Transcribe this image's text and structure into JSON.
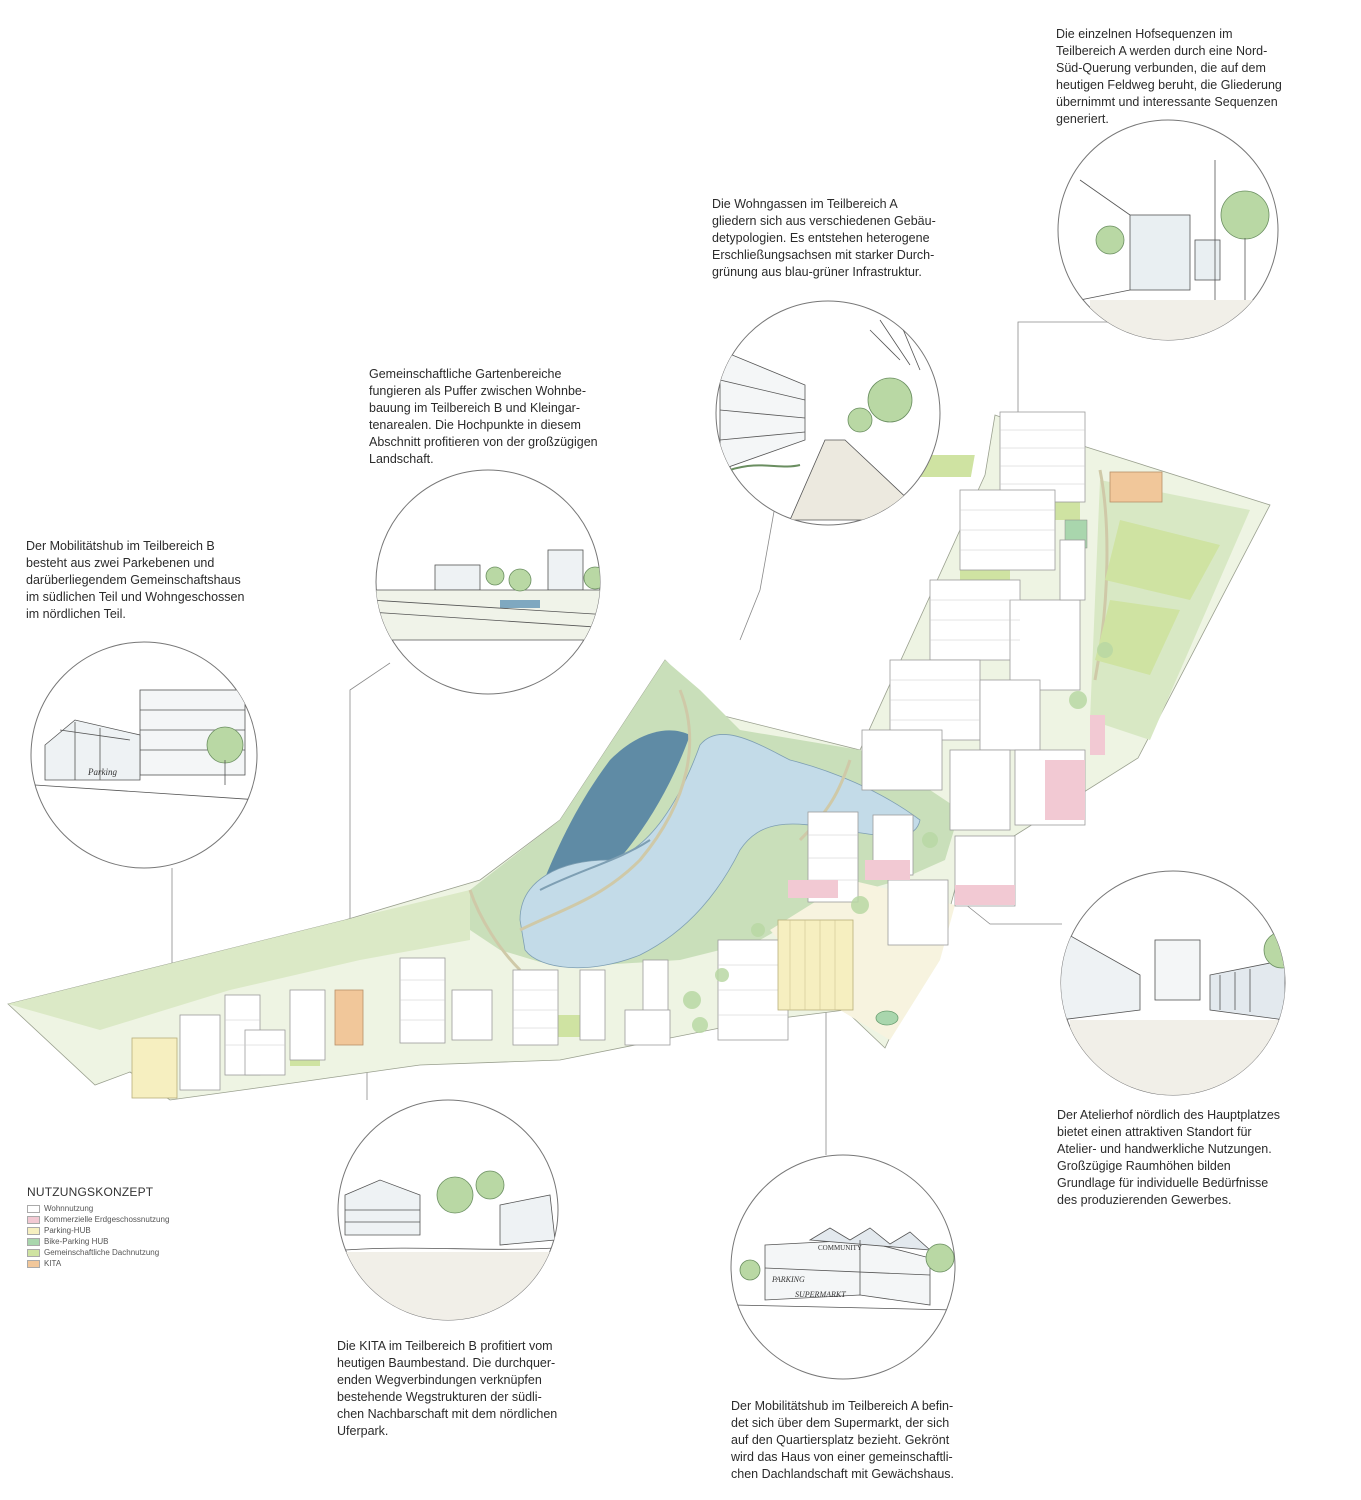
{
  "annotations": {
    "hofsequenzen": "Die einzelnen Hofsequenzen im\nTeilbereich A werden durch eine Nord-\nSüd-Querung verbunden, die auf dem\nheutigen Feldweg beruht, die Gliederung\nübernimmt und interessante Sequenzen\ngeneriert.",
    "wohngassen": "Die Wohngassen im Teilbereich A\ngliedern sich aus verschiedenen Gebäu-\ndetypologien. Es entstehen heterogene\nErschließungsachsen mit starker Durch-\ngrünung aus blau-grüner Infrastruktur.",
    "gartenbereiche": "Gemeinschaftliche Gartenbereiche\nfungieren als Puffer zwischen Wohnbe-\nbauung im Teilbereich B und Kleingar-\ntenarealen. Die Hochpunkte in diesem\nAbschnitt profitieren von der großzügigen\nLandschaft.",
    "mobilitaetshub_b": "Der Mobilitätshub im Teilbereich B\nbesteht aus zwei Parkebenen und\ndarüberliegendem Gemeinschaftshaus\nim südlichen Teil und Wohngeschossen\nim nördlichen Teil.",
    "atelierhof": "Der Atelierhof nördlich des Hauptplatzes\nbietet einen attraktiven Standort für\nAtelier- und handwerkliche Nutzungen.\nGroßzügige Raumhöhen bilden\nGrundlage für individuelle Bedürfnisse\ndes produzierenden Gewerbes.",
    "kita": "Die KITA im Teilbereich B profitiert vom\nheutigen Baumbestand. Die durchquer-\nenden Wegverbindungen verknüpfen\nbestehende Wegstrukturen der südli-\nchen Nachbarschaft mit dem nördlichen\nUferpark.",
    "mobilitaetshub_a": "Der Mobilitätshub im Teilbereich A befin-\ndet sich über dem Supermarkt, der sich\nauf den Quartiersplatz bezieht. Gekrönt\nwird das Haus von einer gemeinschaftli-\nchen Dachlandschaft mit Gewächshaus."
  },
  "sketch_signs": {
    "parking_b": "Parking",
    "community": "COMMUNITY",
    "parking_a": "PARKING",
    "supermarket": "SUPERMARKT"
  },
  "legend": {
    "title": "NUTZUNGSKONZEPT",
    "items": [
      {
        "label": "Wohnnutzung",
        "color": "#ffffff"
      },
      {
        "label": "Kommerzielle Erdgeschossnutzung",
        "color": "#f2c9d3"
      },
      {
        "label": "Parking-HUB",
        "color": "#f6efc0"
      },
      {
        "label": "Bike-Parking HUB",
        "color": "#a9d6ad"
      },
      {
        "label": "Gemeinschaftliche Dachnutzung",
        "color": "#cfe3a2"
      },
      {
        "label": "KITA",
        "color": "#f1c79a"
      }
    ]
  },
  "colors": {
    "ground": "#eef4e3",
    "park": "#c9dfba",
    "lake_deep": "#5f8ba5",
    "lake_light": "#c3dbe8",
    "plaza": "#f7f3df"
  }
}
